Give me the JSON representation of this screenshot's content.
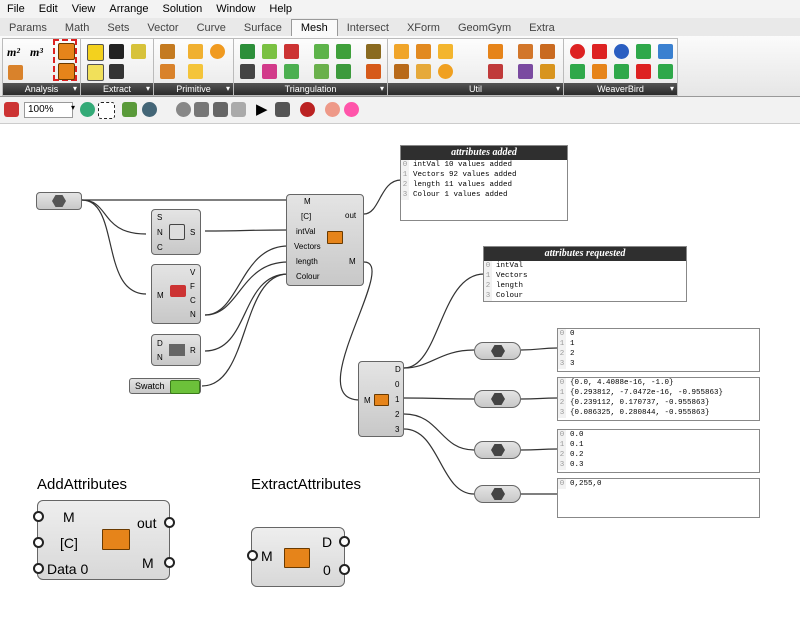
{
  "menubar": {
    "items": [
      "File",
      "Edit",
      "View",
      "Arrange",
      "Solution",
      "Window",
      "Help"
    ]
  },
  "tabs": {
    "items": [
      "Params",
      "Math",
      "Sets",
      "Vector",
      "Curve",
      "Surface",
      "Mesh",
      "Intersect",
      "XForm",
      "GeomGym",
      "Extra"
    ],
    "active": "Mesh"
  },
  "ribbon": {
    "panels": [
      "Analysis",
      "Extract",
      "Primitive",
      "Triangulation",
      "Util",
      "WeaverBird"
    ],
    "analysis_icon_1": "m²",
    "analysis_icon_2": "m³"
  },
  "toolbar": {
    "zoom": "100%"
  },
  "canvas": {
    "components": {
      "attr_add": {
        "inputs": [
          "M",
          "[C]",
          "intVal",
          "Vectors",
          "length",
          "Colour"
        ],
        "outputs": [
          "out",
          "M"
        ]
      },
      "deconstruct_plane": {
        "inputs": [
          "S",
          "N",
          "C"
        ],
        "output": "S"
      },
      "mesh_analysis": {
        "input": "M",
        "outputs": [
          "V",
          "F",
          "C",
          "N"
        ]
      },
      "divide_domain": {
        "inputs": [
          "D",
          "N"
        ],
        "output": "R"
      },
      "swatch": {
        "label": "Swatch"
      },
      "attr_extract": {
        "input": "M",
        "outputs": [
          "D",
          "0",
          "1",
          "2",
          "3"
        ]
      }
    },
    "panels": {
      "added": {
        "title": "attributes added",
        "rows": [
          "intVal  10 values added",
          "Vectors  92 values added",
          "length  11 values added",
          "Colour  1 values added"
        ]
      },
      "requested": {
        "title": "attributes requested",
        "rows": [
          "intVal",
          "Vectors",
          "length",
          "Colour"
        ]
      },
      "p0": {
        "rows": [
          "0",
          "1",
          "2",
          "3"
        ]
      },
      "p1": {
        "rows": [
          "{0.0, 4.4088e-16, -1.0}",
          "{0.293812, -7.0472e-16, -0.955863}",
          "{0.239112, 0.170737, -0.955863}",
          "{0.086325, 0.280844, -0.955863}"
        ]
      },
      "p2": {
        "rows": [
          "0.0",
          "0.1",
          "0.2",
          "0.3"
        ]
      },
      "p3": {
        "rows": [
          "0,255,0"
        ]
      }
    },
    "legend": {
      "add_title": "AddAttributes",
      "add_inputs": [
        "M",
        "[C]",
        "Data 0"
      ],
      "add_outputs": [
        "out",
        "M"
      ],
      "extract_title": "ExtractAttributes",
      "extract_input": "M",
      "extract_outputs": [
        "D",
        "0"
      ]
    }
  },
  "colors": {
    "swatch": "#6cc13a",
    "component_icon": "#e6841a",
    "panel_header": "#2f2f2f"
  }
}
